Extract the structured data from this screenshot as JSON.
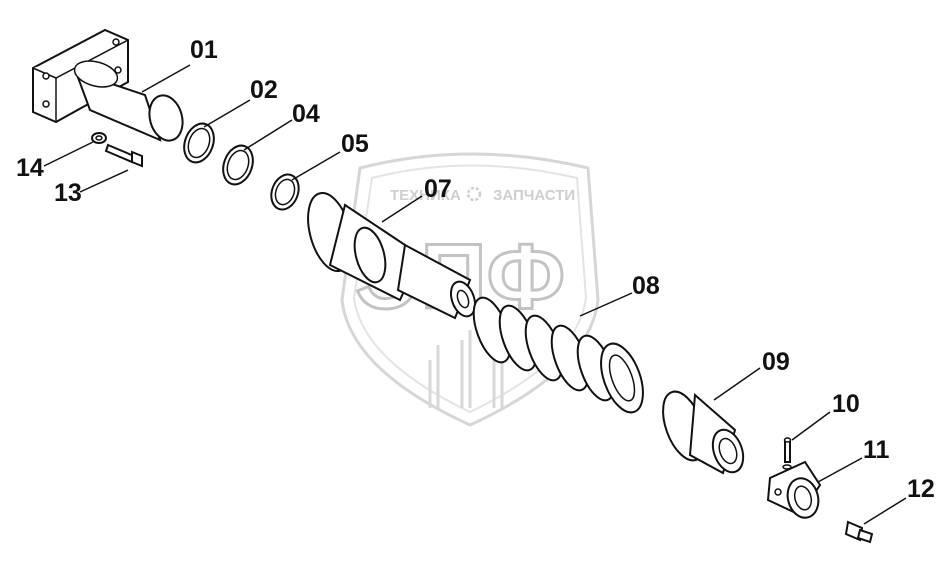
{
  "watermark": {
    "tagline_left": "ТЕХНИКА",
    "tagline_right": "ЗАПЧАСТИ",
    "logo": "ЭПФ"
  },
  "callouts": {
    "p01": "01",
    "p02": "02",
    "p04": "04",
    "p05": "05",
    "p07": "07",
    "p08": "08",
    "p09": "09",
    "p10": "10",
    "p11": "11",
    "p12": "12",
    "p13": "13",
    "p14": "14"
  }
}
